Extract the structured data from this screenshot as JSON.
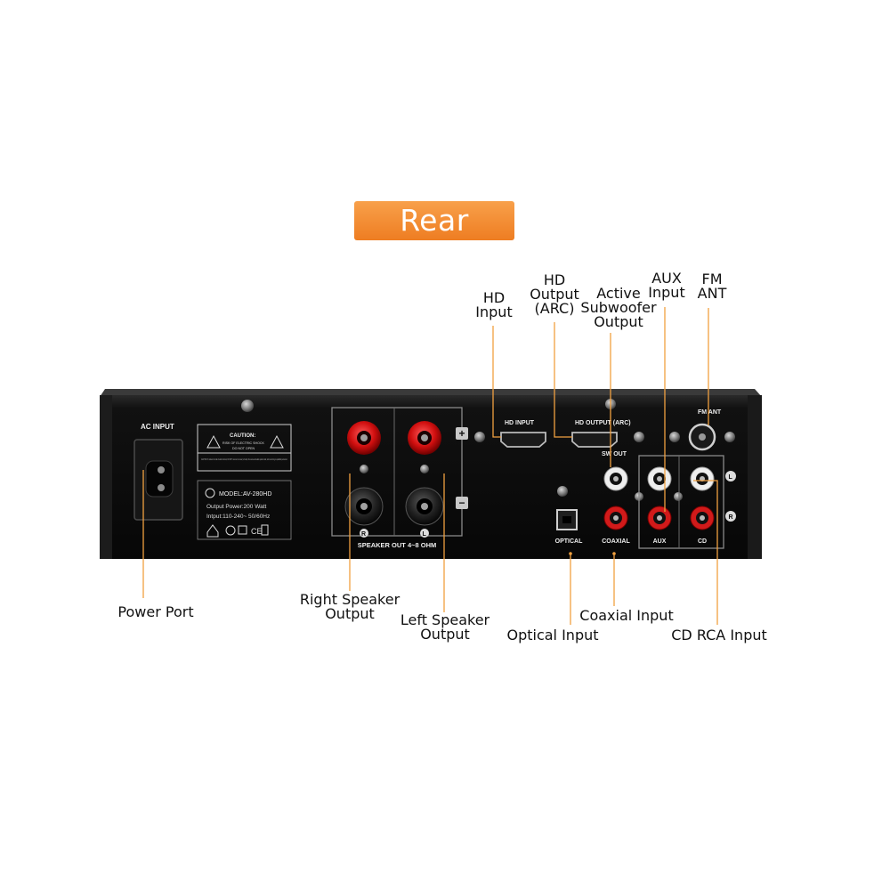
{
  "title": "Rear panel",
  "device": {
    "ac_input": "AC INPUT",
    "caution": {
      "heading": "CAUTION:",
      "line1": "RISK OF ELECTRIC SHOCK",
      "line2": "DO NOT OPEN",
      "note": "CAUTION: To reduce the risk of electric shock, DO NOT remove the cover (or back). No user-serviceable parts inside; refer servicing to qualified personnel."
    },
    "model": "MODEL:AV-280HD",
    "output_power": "Output Power:200 Watt",
    "input_voltage": "Intput:110-240~ 50/60Hz",
    "speaker_out": "SPEAKER OUT 4~8 OHM",
    "channel_r": "R",
    "channel_l": "L",
    "plus": "+",
    "minus": "−",
    "hd_input": "HD INPUT",
    "hd_output_arc": "HD OUTPUT (ARC)",
    "fm_ant": "FM ANT",
    "sw_out": "SW OUT",
    "optical": "OPTICAL",
    "coaxial": "COAXIAL",
    "aux": "AUX",
    "cd": "CD"
  },
  "callouts": {
    "hd_input": [
      "HD",
      "Input"
    ],
    "hd_output": [
      "HD",
      "Output",
      "(ARC)"
    ],
    "subwoofer": [
      "Active",
      "Subwoofer",
      "Output"
    ],
    "aux": [
      "AUX",
      "Input"
    ],
    "fm": [
      "FM",
      "ANT"
    ],
    "power": [
      "Power Port"
    ],
    "right_speaker": [
      "Right Speaker",
      "Output"
    ],
    "left_speaker": [
      "Left Speaker",
      "Output"
    ],
    "optical": [
      "Optical Input"
    ],
    "coaxial": [
      "Coaxial Input"
    ],
    "cd": [
      "CD RCA Input"
    ]
  },
  "colors": {
    "accent_orange": "#f08a30",
    "leader_line": "#f0a040",
    "panel": "#0c0c0c",
    "rca_red": "#d11a1a",
    "rca_white": "#eeeeee"
  }
}
